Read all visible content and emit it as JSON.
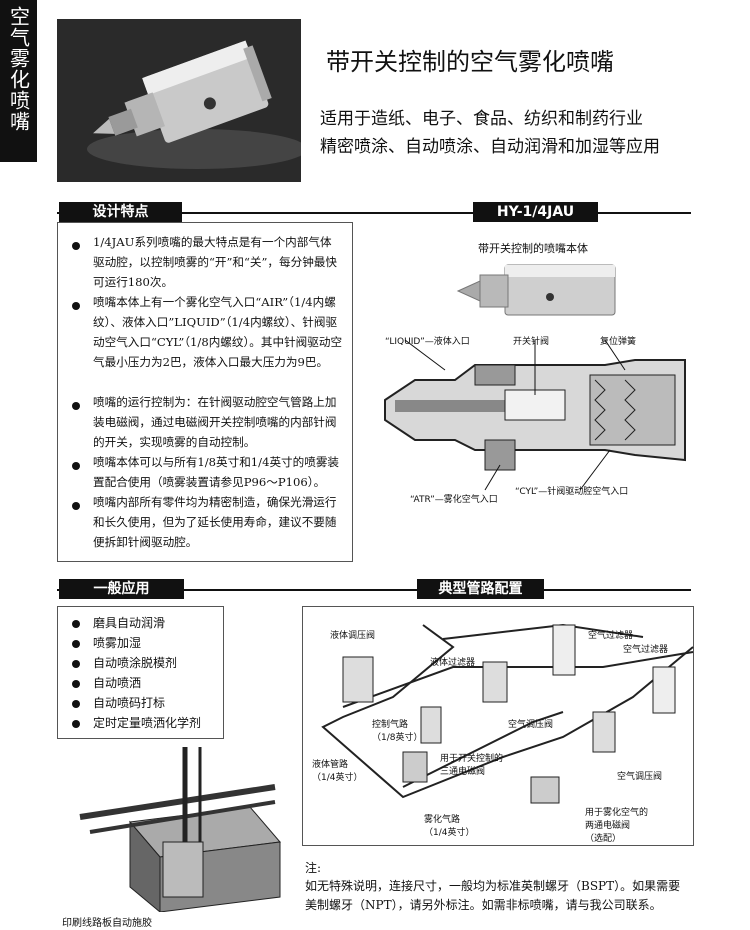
{
  "side_tab": "空气雾化喷嘴",
  "title": "带开关控制的空气雾化喷嘴",
  "subtitle_lines": [
    "适用于造纸、电子、食品、纺织和制药行业",
    "精密喷涂、自动喷涂、自动润滑和加湿等应用"
  ],
  "design": {
    "header": "设计特点",
    "items": [
      "1/4JAU系列喷嘴的最大特点是有一个内部气体驱动腔，以控制喷雾的“开”和“关”，每分钟最快可运行180次。",
      "喷嘴本体上有一个雾化空气入口“AIR”（1/4内螺纹）、液体入口”LIQUID”（1/4内螺纹）、针阀驱动空气入口“CYL”（1/8内螺纹）。其中针阀驱动空气最小压力为2巴，液体入口最大压力为9巴。",
      "喷嘴的运行控制为：在针阀驱动腔空气管路上加装电磁阀，通过电磁阀开关控制喷嘴的内部针阀的开关，实现喷雾的自动控制。",
      "喷嘴本体可以与所有1/8英寸和1/4英寸的喷雾装置配合使用（喷雾装置请参见P96～P106）。",
      "喷嘴内部所有零件均为精密制造，确保光滑运行和长久使用，但为了延长使用寿命，建议不要随便拆卸针阀驱动腔。"
    ]
  },
  "model": {
    "header": "HY-1/4JAU",
    "body_caption": "带开关控制的喷嘴本体",
    "labels": {
      "liquid": "“LIQUID”—液体入口",
      "needle": "开关针阀",
      "spring": "复位弹簧",
      "air": "“ATR”—雾化空气入口",
      "cyl": "“CYL”—针阀驱动腔空气入口"
    }
  },
  "apps": {
    "header": "一般应用",
    "items": [
      "磨具自动润滑",
      "喷雾加湿",
      "自动喷涂脱模剂",
      "自动喷洒",
      "自动喷码打标",
      "定时定量喷洒化学剂"
    ],
    "photo_caption": "印刷线路板自动施胶"
  },
  "piping": {
    "header": "典型管路配置",
    "labels": {
      "liquid_reg": "液体调压阀",
      "liquid_filter": "液体过滤器",
      "air_filter1": "空气过滤器",
      "air_filter2": "空气过滤器",
      "ctrl_line": "控制气路\n（1/8英寸）",
      "air_reg1": "空气调压阀",
      "liquid_line": "液体管路\n（1/4英寸）",
      "sol3": "用于开关控制的\n三通电磁阀",
      "air_reg2": "空气调压阀",
      "atom_line": "雾化气路\n（1/4英寸）",
      "sol2": "用于雾化空气的\n两通电磁阀\n（选配）"
    }
  },
  "note": {
    "heading": "注:",
    "lines": [
      "如无特殊说明，连接尺寸，一般均为标准英制螺牙（BSPT）。如果需要",
      "美制螺牙（NPT），请另外标注。如需非标喷嘴，请与我公司联系。"
    ]
  }
}
